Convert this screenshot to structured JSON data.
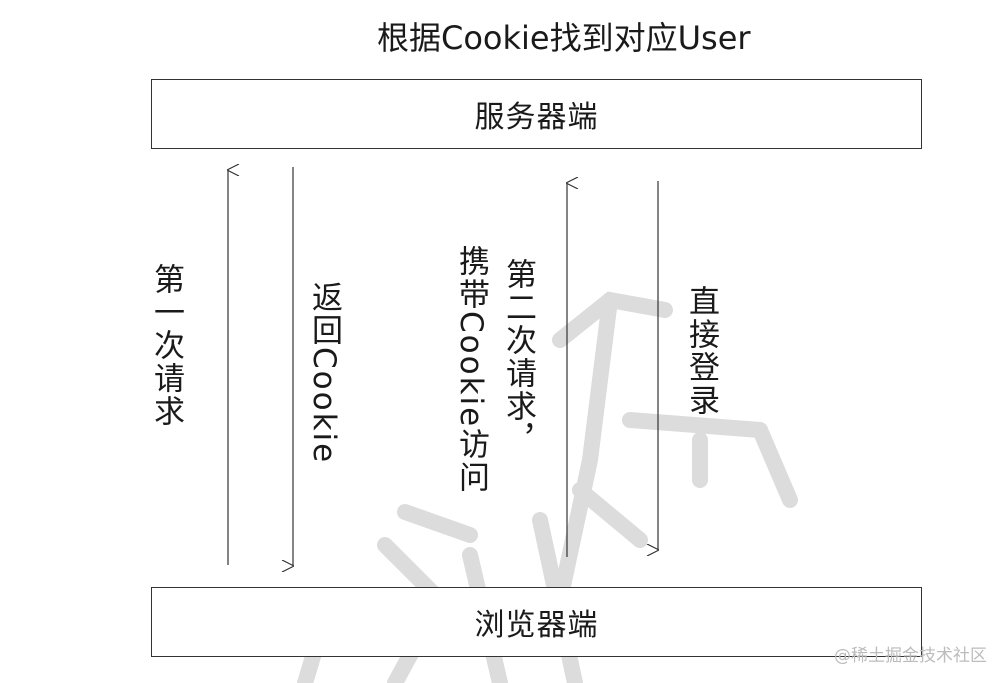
{
  "title": "根据Cookie找到对应User",
  "nodes": {
    "server": "服务器端",
    "browser": "浏览器端"
  },
  "flows": {
    "first_request": "第一次请求",
    "return_cookie": "返回Cookie",
    "second_request": "第二次请求，",
    "carry_cookie": "携带Cookie访问",
    "direct_login": "直接登录"
  },
  "footer": {
    "site_credit": "@稀土掘金技术社区"
  },
  "colors": {
    "text": "#1a1a1a",
    "line": "#333333",
    "watermark": "#d9d9d9"
  }
}
